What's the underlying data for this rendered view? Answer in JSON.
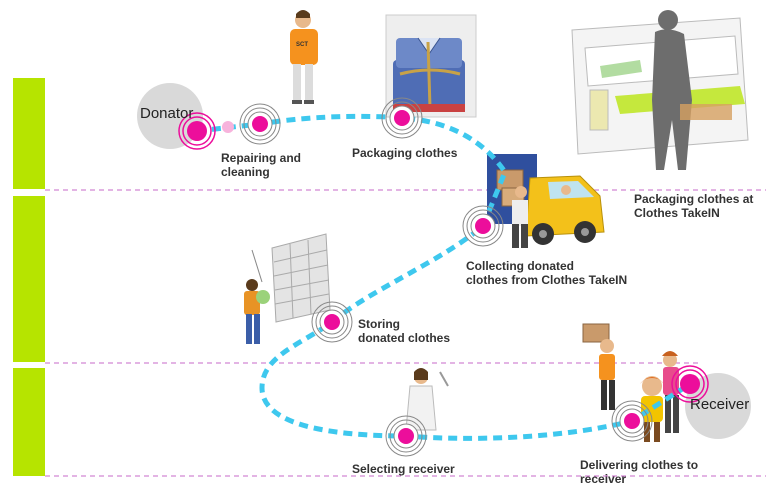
{
  "colors": {
    "stage_bar": "#b6e400",
    "path": "#3ec8ee",
    "marker": "#ec0e9b",
    "divider": "#c76ac8",
    "end_circle": "#d9d9d9"
  },
  "nodes": {
    "donator": "Donator",
    "receiver": "Receiver"
  },
  "steps": {
    "repairing": "Repairing and\ncleaning",
    "packaging": "Packaging clothes",
    "collecting": "Collecting donated\nclothes from Clothes TakeIN",
    "storing": "Storing\ndonated clothes",
    "selecting": "Selecting receiver",
    "delivering": "Delivering clothes to\nreceiver"
  },
  "photo_captions": {
    "kiosk": "Packaging clothes at\nClothes TakeIN"
  },
  "illustrations": [
    "person-holding-shirt",
    "folded-shirt-stack",
    "kiosk-with-person",
    "delivery-truck-with-worker",
    "storage-shelves-with-person",
    "person-with-clipboard",
    "receiver-family"
  ]
}
